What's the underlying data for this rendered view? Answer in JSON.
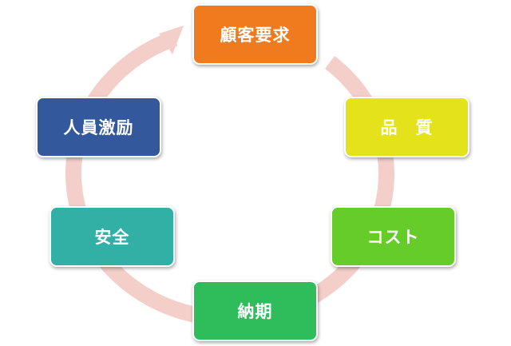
{
  "colors": {
    "ring": "#f4cfc9",
    "customer": "#f07a1e",
    "quality": "#e3e21b",
    "cost": "#66cc2a",
    "delivery": "#2ebd5a",
    "safety": "#33b0a6",
    "motivation": "#33599c"
  },
  "nodes": {
    "customer_requirements": "顧客要求",
    "quality": "品　質",
    "cost": "コスト",
    "delivery": "納期",
    "safety": "安全",
    "staff_motivation": "人員激励"
  }
}
